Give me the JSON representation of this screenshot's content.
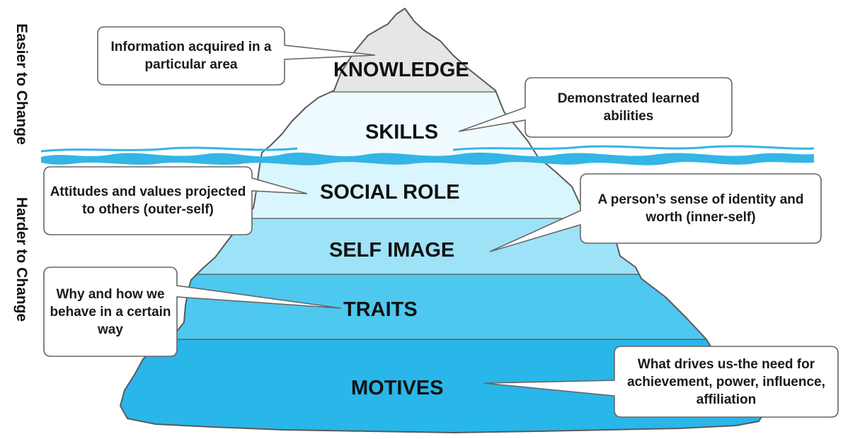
{
  "axis_labels": {
    "top": "Easier to Change",
    "bottom": "Harder to Change"
  },
  "layers": [
    {
      "id": "knowledge",
      "label": "KNOWLEDGE",
      "color": "#e6e6e6"
    },
    {
      "id": "skills",
      "label": "SKILLS",
      "color": "#f0fbff"
    },
    {
      "id": "social_role",
      "label": "SOCIAL ROLE",
      "color": "#d9f5fd"
    },
    {
      "id": "self_image",
      "label": "SELF IMAGE",
      "color": "#9ee2f8"
    },
    {
      "id": "traits",
      "label": "TRAITS",
      "color": "#4ec8ef"
    },
    {
      "id": "motives",
      "label": "MOTIVES",
      "color": "#29b6e8"
    }
  ],
  "callouts": {
    "knowledge": "Information acquired in a particular area",
    "skills": "Demonstrated learned abilities",
    "social_role": "Attitudes and values projected to others (outer-self)",
    "self_image": "A person’s sense of identity and worth (inner-self)",
    "traits": "Why and how we behave in a certain way",
    "motives": "What drives us-the need for achievement, power, influence, affiliation"
  },
  "colors": {
    "water": "#33b5e5",
    "outline": "#5a5a5a"
  }
}
